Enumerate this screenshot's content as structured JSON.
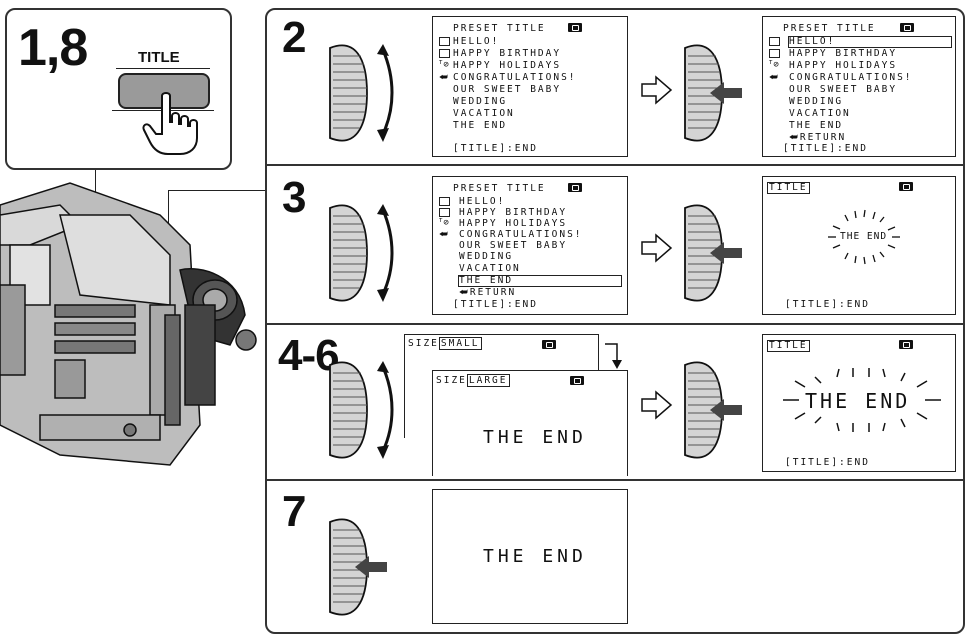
{
  "title_block": {
    "step_label": "1,8",
    "button_label": "TITLE"
  },
  "steps": {
    "s2": "2",
    "s3": "3",
    "s46": "4-6",
    "s7": "7"
  },
  "preset_menu": {
    "header": "PRESET TITLE",
    "items": [
      "HELLO!",
      "HAPPY BIRTHDAY",
      "HAPPY HOLIDAYS",
      "CONGRATULATIONS!",
      "OUR SWEET BABY",
      "WEDDING",
      "VACATION",
      "THE END"
    ],
    "return_label": "⮨RETURN",
    "footer": "[TITLE]:END"
  },
  "title_screen": {
    "tag": "TITLE",
    "text": "THE END",
    "footer": "[TITLE]:END"
  },
  "size_screens": {
    "size_tag": "SIZE",
    "small_value": "SMALL",
    "large_value": "LARGE",
    "text": "THE END"
  },
  "final_text": "THE END"
}
